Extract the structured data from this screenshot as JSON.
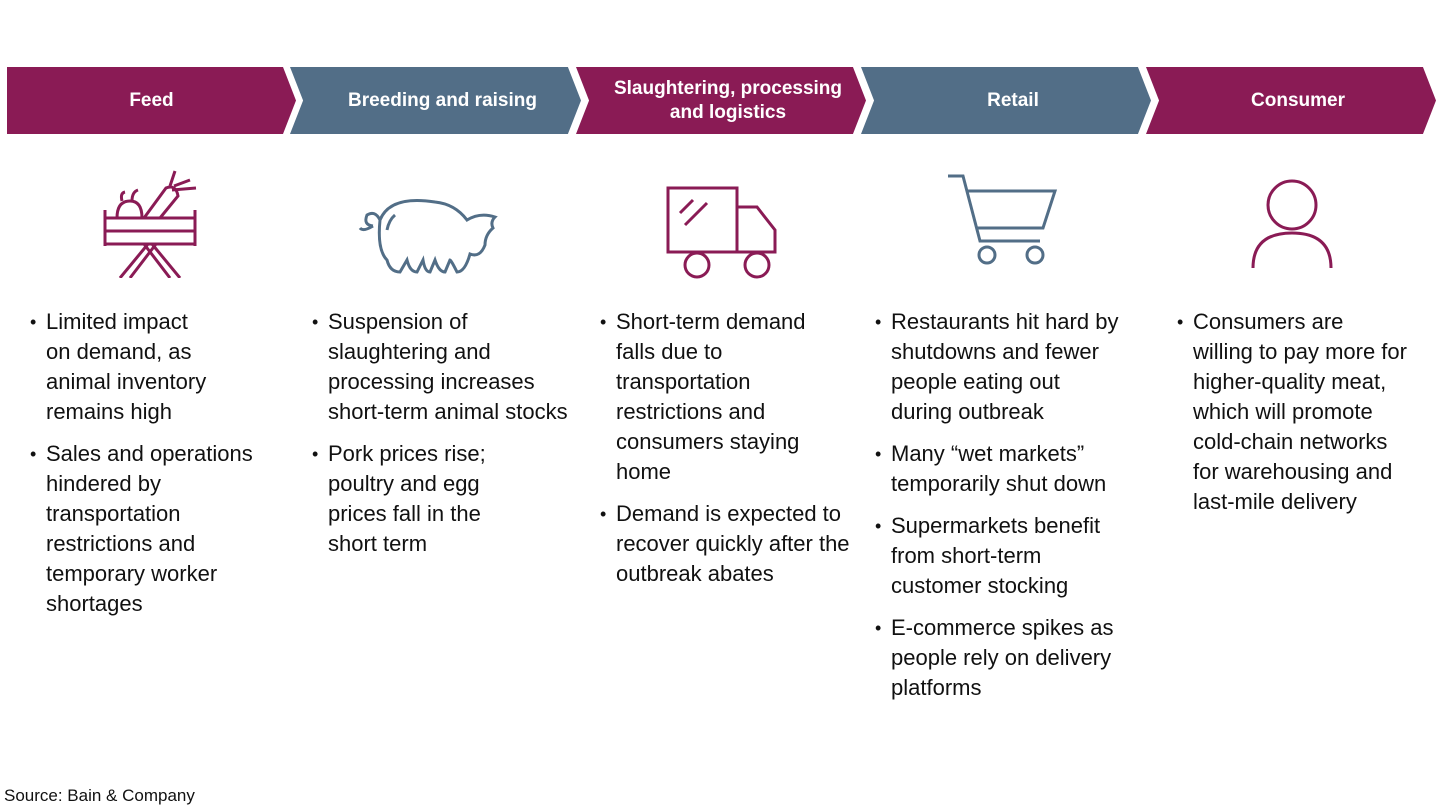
{
  "colors": {
    "magenta": "#8A1B55",
    "slate": "#526E87"
  },
  "stages": [
    {
      "label": "Feed",
      "icon": "feed-basket-icon",
      "bullets": [
        "Limited impact on demand, as animal inventory remains high",
        "Sales and operations hindered by transportation restrictions and temporary worker shortages"
      ]
    },
    {
      "label": "Breeding and raising",
      "icon": "pig-icon",
      "bullets": [
        "Suspension of slaughtering and processing increases short-term animal stocks",
        "Pork prices rise; poultry and egg prices fall in the short term"
      ]
    },
    {
      "label": "Slaughtering, processing and logistics",
      "icon": "truck-icon",
      "bullets": [
        "Short-term demand falls due to transportation restrictions and consumers staying home",
        "Demand is expected to recover quickly after the outbreak abates"
      ]
    },
    {
      "label": "Retail",
      "icon": "shopping-cart-icon",
      "bullets": [
        "Restaurants hit hard by shutdowns and fewer people eating out during outbreak",
        "Many “wet markets” temporarily shut down",
        "Supermarkets benefit from short-term customer stocking",
        "E-commerce spikes as people rely on delivery platforms"
      ]
    },
    {
      "label": "Consumer",
      "icon": "person-icon",
      "bullets": [
        "Consumers are willing to pay more for higher-quality meat, which will promote cold-chain networks for warehousing and last-mile delivery"
      ]
    }
  ],
  "source": "Source: Bain & Company"
}
